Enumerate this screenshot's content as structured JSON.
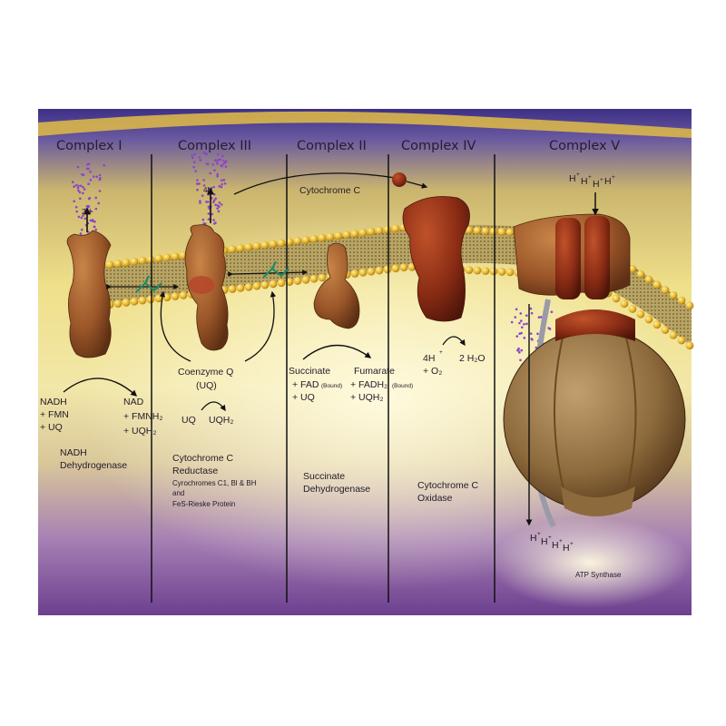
{
  "complexes": {
    "c1": "Complex I",
    "c3": "Complex III",
    "c2": "Complex II",
    "c4": "Complex IV",
    "c5": "Complex V"
  },
  "c1": {
    "pump": "2H",
    "nadh": "NADH",
    "fmn": "+ FMN",
    "uq": "+ UQ",
    "nad": "NAD",
    "fmnh2": "+ FMNH₂",
    "uqh2": "+ UQH₂",
    "name1": "NADH",
    "name2": "Dehydrogenase"
  },
  "c3": {
    "pump": "4H",
    "cytc": "Cytochrome C",
    "coq": "Coenzyme Q",
    "uq_paren": "(UQ)",
    "uq": "UQ",
    "uqh2": "UQH₂",
    "name1": "Cytochrome C",
    "name2": "Reductase",
    "name3": "Cyrochromes C1, Bl & BH",
    "name4": "and",
    "name5": "FeS-Rieske Protein"
  },
  "c2": {
    "succinate": "Succinate",
    "fad": "+ FAD",
    "fad_bound": "(Bound)",
    "uq": "+ UQ",
    "fumarate": "Fumarate",
    "fadh2": "+ FADH₂",
    "fadh2_bound": "(Bound)",
    "uqh2": "+ UQH₂",
    "name1": "Succinate",
    "name2": "Dehydrogenase"
  },
  "c4": {
    "h": "4H",
    "plus": "+",
    "o2": "+ O₂",
    "water": "2 H₂O",
    "name1": "Cytochrome C",
    "name2": "Oxidase"
  },
  "c5": {
    "h_top": "H",
    "h_bottom": "H",
    "plus": "+",
    "name": "ATP Synthase"
  },
  "colors": {
    "top_band": "#4a3a8a",
    "membrane": "#e9c247",
    "protein": "#a9602e",
    "lower_purple": "#7d4f9a",
    "dotted_core": "#b2a064"
  }
}
